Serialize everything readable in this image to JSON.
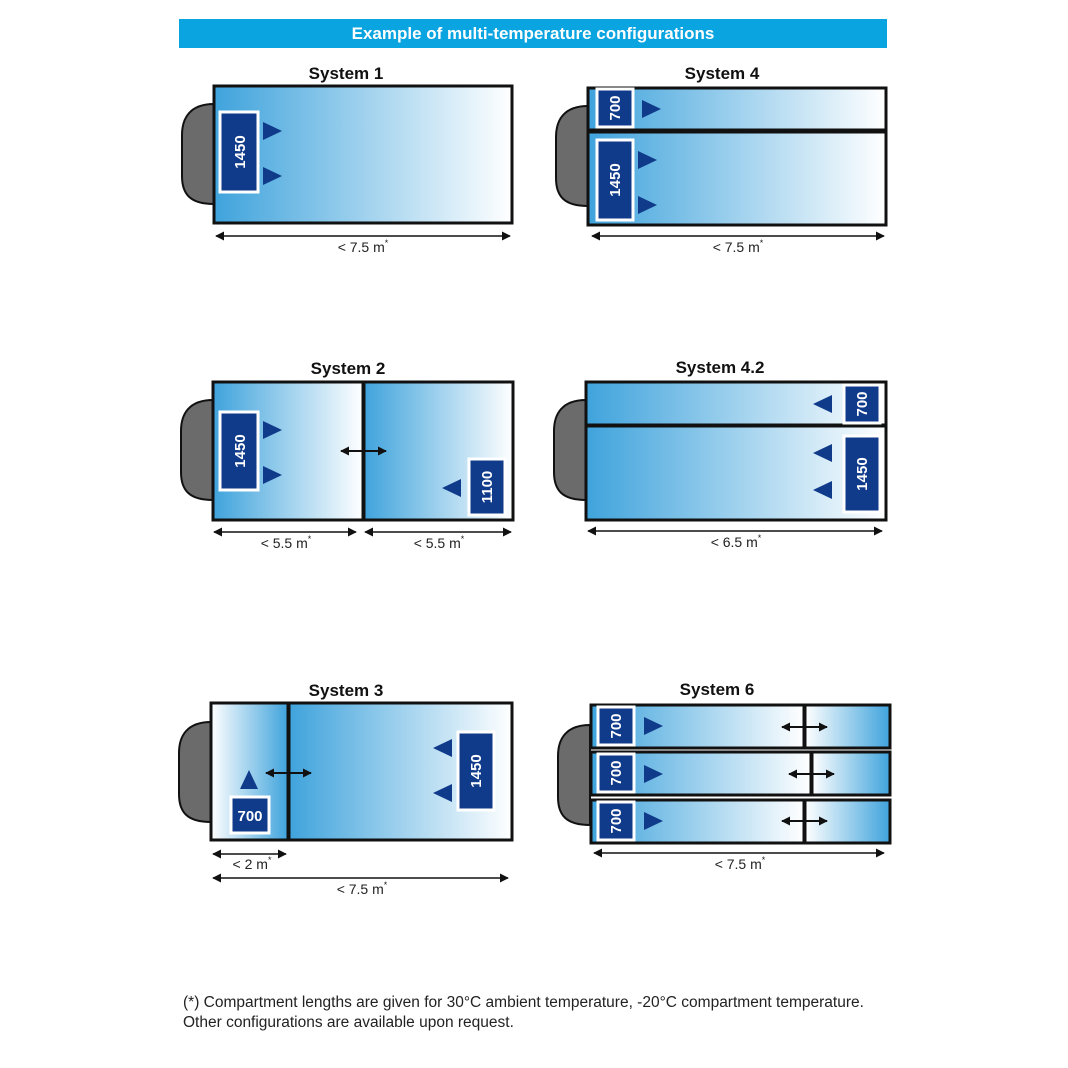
{
  "banner": {
    "title": "Example of multi-temperature configurations"
  },
  "systems": {
    "s1": {
      "title": "System 1",
      "unit": "1450",
      "length": "< 7.5 m"
    },
    "s4": {
      "title": "System 4",
      "unit_top": "700",
      "unit_bottom": "1450",
      "length": "< 7.5 m"
    },
    "s2": {
      "title": "System 2",
      "unit_front": "1450",
      "unit_rear": "1100",
      "length_front": "< 5.5 m",
      "length_rear": "< 5.5 m"
    },
    "s42": {
      "title": "System 4.2",
      "unit_top": "700",
      "unit_bottom": "1450",
      "length": "< 6.5 m"
    },
    "s3": {
      "title": "System 3",
      "unit_front": "700",
      "unit_main": "1450",
      "length_front": "< 2 m",
      "length_total": "< 7.5 m"
    },
    "s6": {
      "title": "System 6",
      "unit_1": "700",
      "unit_2": "700",
      "unit_3": "700",
      "length": "< 7.5 m"
    }
  },
  "asterisk": "*",
  "footnote": {
    "line1": "(*) Compartment lengths are given for 30°C ambient temperature, -20°C compartment temperature.",
    "line2": "Other configurations are available upon request."
  },
  "colors": {
    "banner": "#0aa4e0",
    "unit": "#103a8a",
    "gradient_dark": "#3fa3dc",
    "cab": "#6b6b6b"
  }
}
